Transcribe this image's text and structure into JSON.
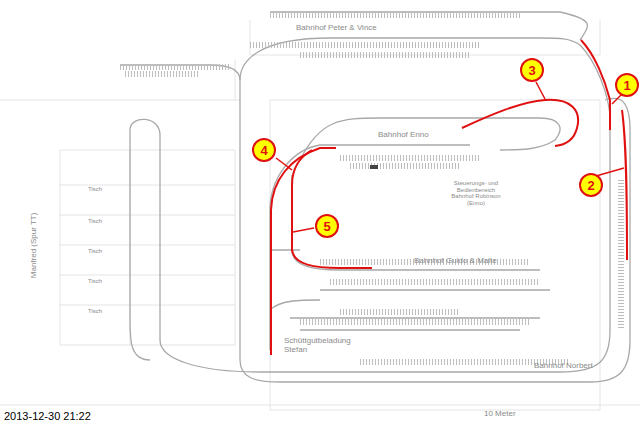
{
  "diagram": {
    "nodes": [
      {
        "text": [
          "1"
        ]
      },
      {
        "text": [
          "2"
        ]
      },
      {
        "text": [
          "3"
        ]
      },
      {
        "text": [
          "4"
        ]
      },
      {
        "text": [
          "5"
        ]
      }
    ],
    "labels": [
      "Bahnhof Peter & Vince",
      "Bahnhof Enno",
      "Steuerungs- und Bedienbereich Bahnhof Robinson (Enno)",
      "Bahnhof Guido & Malte",
      "Schüttgutbeladung Stefan",
      "Bahnhof Norbert",
      "Manfred (Spur TT)",
      "Tisch",
      "Tisch",
      "Tisch",
      "Tisch",
      "Tisch",
      "10 Meter",
      "2013-12-30  21:22"
    ]
  }
}
